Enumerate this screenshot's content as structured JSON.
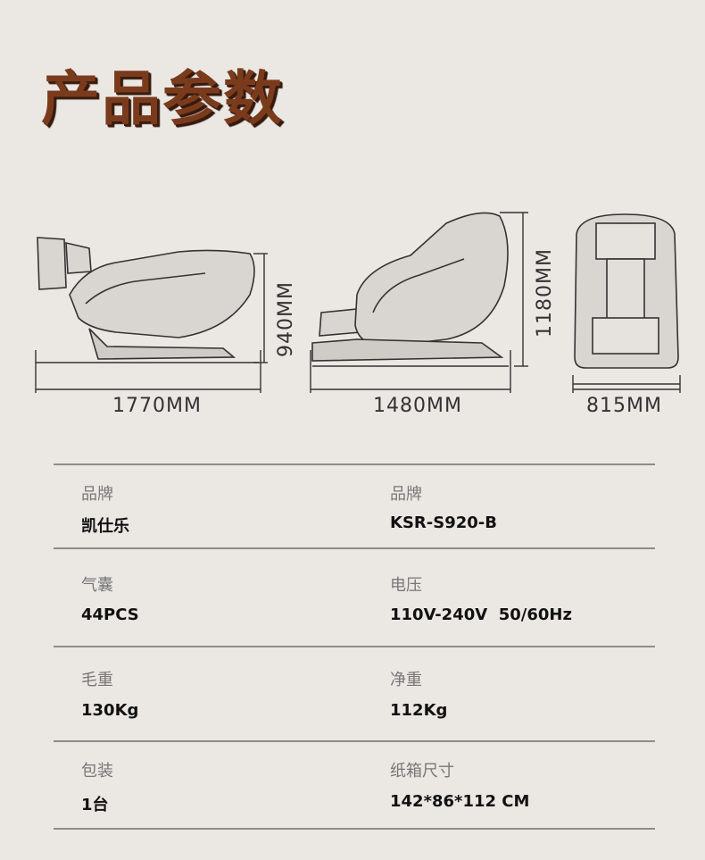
{
  "title": "产品参数",
  "dimensions": {
    "length_reclined": "1770MM",
    "length_upright": "1480MM",
    "width": "815MM",
    "height_reclined": "940MM",
    "height_upright": "1180MM"
  },
  "specs": [
    {
      "label": "品牌",
      "value": "凯仕乐"
    },
    {
      "label": "品牌",
      "value": "KSR-S920-B"
    },
    {
      "label": "气囊",
      "value": "44PCS"
    },
    {
      "label": "电压",
      "value": "110V-240V  50/60Hz"
    },
    {
      "label": "毛重",
      "value": "130Kg"
    },
    {
      "label": "净重",
      "value": "112Kg"
    },
    {
      "label": "包装",
      "value": "1台"
    },
    {
      "label": "纸箱尺寸",
      "value": "142*86*112 CM"
    }
  ]
}
